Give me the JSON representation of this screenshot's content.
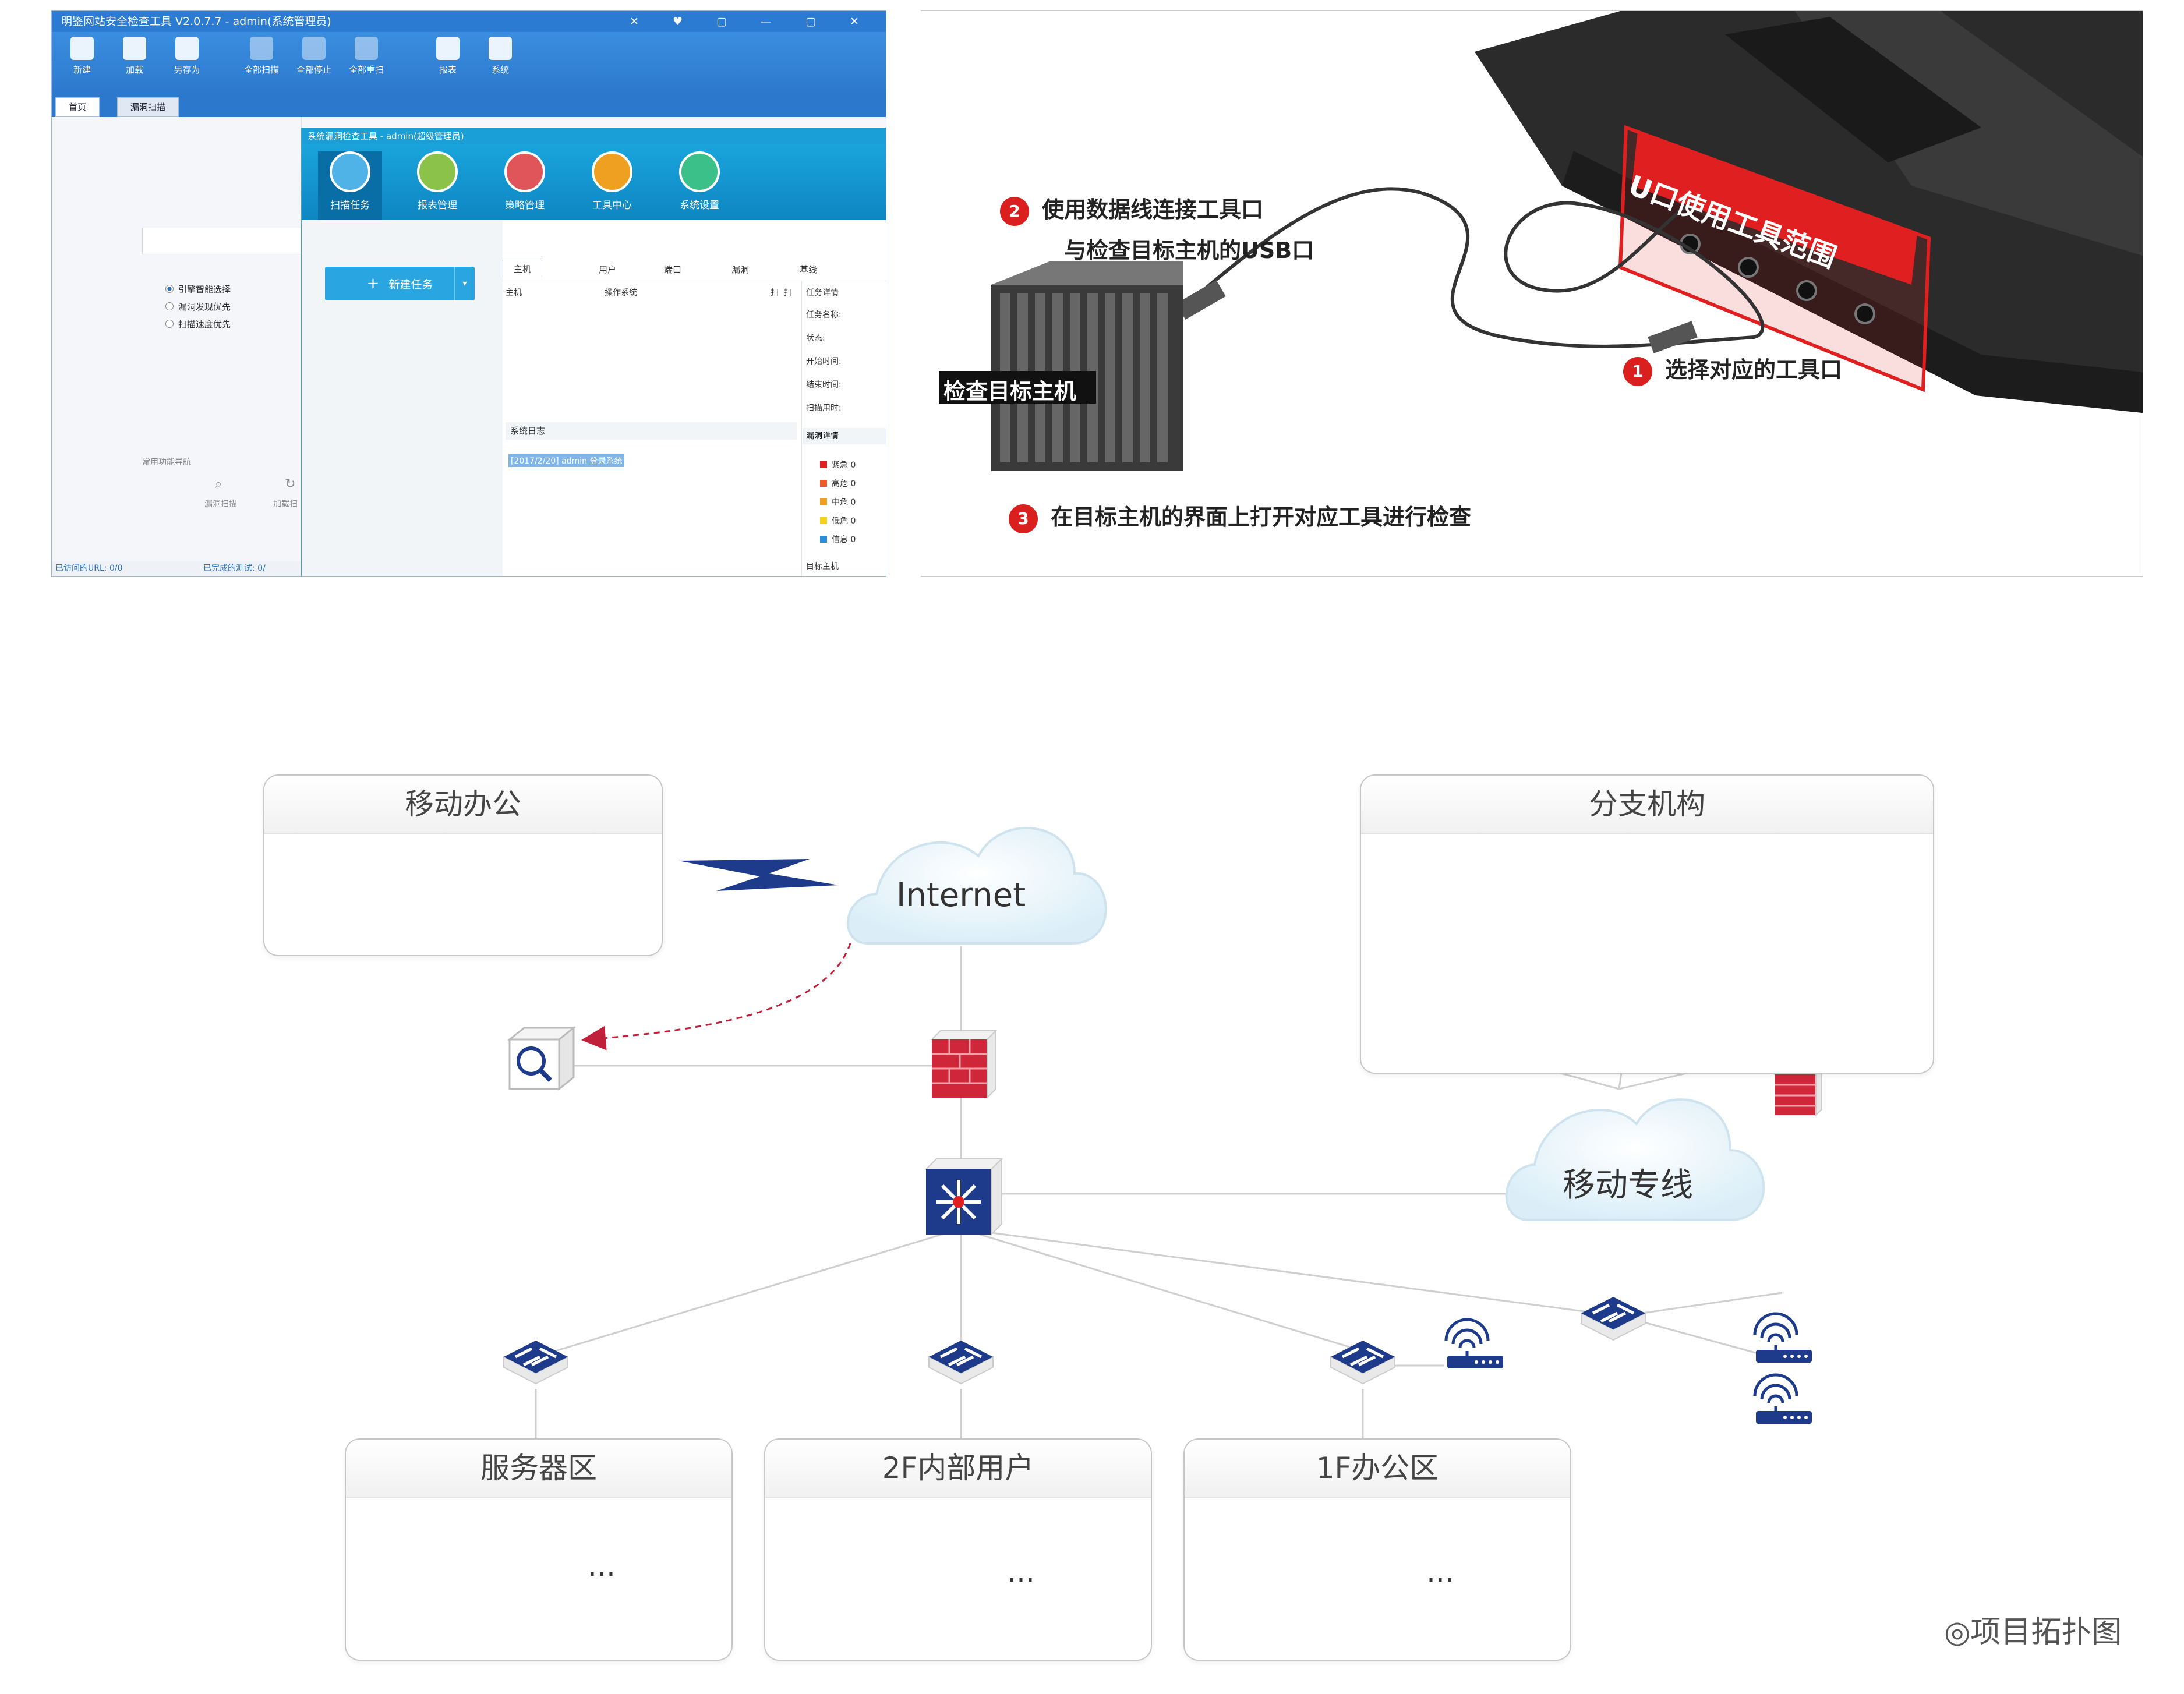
{
  "app": {
    "title": "明鉴网站安全检查工具 V2.0.7.7 - admin(系统管理员)",
    "ribbon": [
      "新建",
      "加载",
      "另存为",
      "全部扫描",
      "全部停止",
      "全部重扫",
      "报表",
      "系统"
    ],
    "tabs": [
      "首页",
      "漏洞扫描"
    ],
    "radios": [
      "引擎智能选择",
      "漏洞发现优先",
      "扫描速度优先"
    ],
    "left_nav_title": "常用功能导航",
    "left_nav_items": [
      "漏洞扫描",
      "加载扫"
    ],
    "status_left": "已访问的URL: 0/0",
    "status_mid": "已完成的测试: 0/",
    "inner": {
      "title": "系统漏洞检查工具 - admin(超级管理员)",
      "buttons": [
        "扫描任务",
        "报表管理",
        "策略管理",
        "工具中心",
        "系统设置"
      ],
      "new_task": "新建任务",
      "tabs": [
        "主机",
        "用户",
        "端口",
        "漏洞",
        "基线"
      ],
      "columns": [
        "主机",
        "操作系统",
        "扫",
        "扫"
      ],
      "details_title": "任务详情",
      "details": [
        "任务名称:",
        "状态:",
        "开始时间:",
        "结束时间:",
        "扫描用时:"
      ],
      "log_title": "系统日志",
      "log_line": "[2017/2/20] admin 登录系统",
      "vuln_title": "漏洞详情",
      "vuln_levels": [
        {
          "label": "紧急 0",
          "color": "#e02020"
        },
        {
          "label": "高危 0",
          "color": "#f05a28"
        },
        {
          "label": "中危 0",
          "color": "#f0a020"
        },
        {
          "label": "低危 0",
          "color": "#f2d21b"
        },
        {
          "label": "信息 0",
          "color": "#2a8fd8"
        }
      ],
      "target_host": "目标主机"
    }
  },
  "photo": {
    "step2_line1": "使用数据线连接工具口",
    "step2_line2": "与检查目标主机的USB口",
    "step1": "选择对应的工具口",
    "step3": "在目标主机的界面上打开对应工具进行检查",
    "server_label": "检查目标主机",
    "usb_range_label": "U口使用工具范围",
    "step_numbers": [
      "1",
      "2",
      "3"
    ]
  },
  "topology": {
    "mobile_office": "移动办公",
    "branch": "分支机构",
    "internet": "Internet",
    "mobile_line": "移动专线",
    "server_zone": "服务器区",
    "floor2": "2F内部用户",
    "floor1": "1F办公区",
    "ellipsis": "…",
    "caption": "◎项目拓扑图"
  },
  "colors": {
    "brand_blue": "#1e3a8a",
    "firewall_red": "#d0263a",
    "app_blue": "#2a7bd1"
  }
}
